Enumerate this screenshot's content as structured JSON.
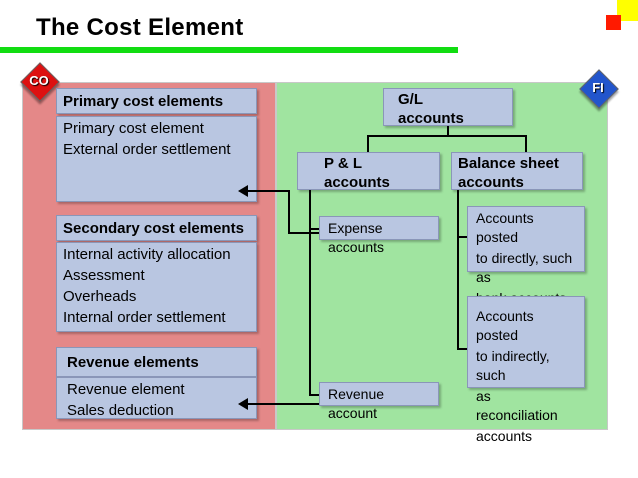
{
  "title": "The Cost Element",
  "badges": {
    "co": "CO",
    "fi": "FI"
  },
  "co": {
    "primary": {
      "header": "Primary cost elements",
      "items": [
        "Primary cost element",
        "External order settlement"
      ]
    },
    "secondary": {
      "header": "Secondary cost elements",
      "items": [
        "Internal activity allocation",
        "Assessment",
        "Overheads",
        "Internal order settlement"
      ]
    },
    "revenue": {
      "header": "Revenue elements",
      "items": [
        "Revenue element",
        "Sales deduction"
      ]
    }
  },
  "fi": {
    "gl": [
      "G/L",
      "accounts"
    ],
    "pl": [
      "P & L",
      "accounts"
    ],
    "balance": [
      "Balance sheet",
      "accounts"
    ],
    "expense": "Expense accounts",
    "revenue_account": "Revenue account",
    "posted_direct": [
      "Accounts posted",
      "to directly, such as",
      "bank accounts"
    ],
    "posted_indirect": [
      "Accounts posted",
      "to indirectly, such",
      "as reconciliation",
      "accounts"
    ]
  },
  "colors": {
    "co_panel": "#e48888",
    "fi_panel": "#a0e4a0",
    "box": "#b9c6e1",
    "title_bar": "#11dd11"
  }
}
